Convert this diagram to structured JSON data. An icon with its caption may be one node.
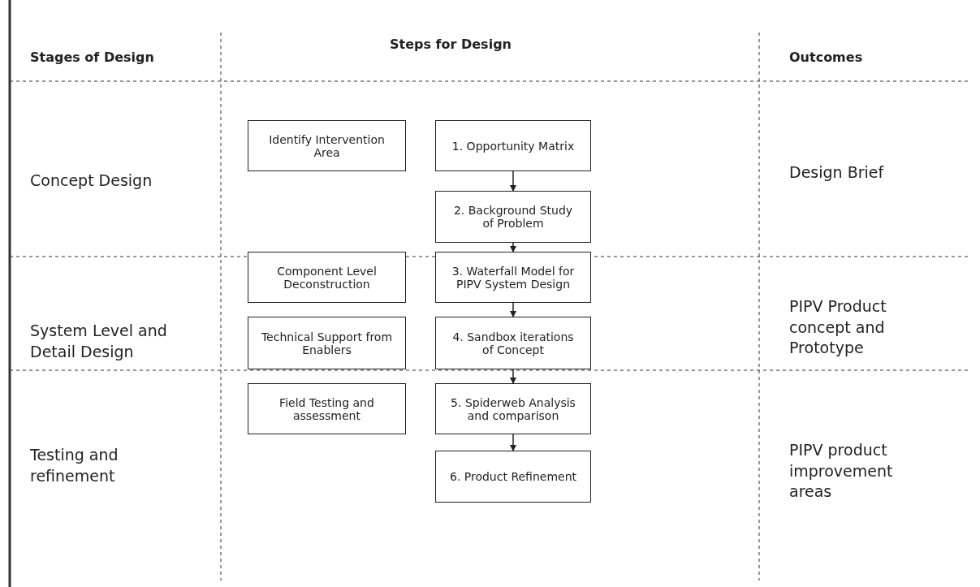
{
  "diagram": {
    "nodes": [
      {
        "text": [
          "Identify Intervention Area"
        ]
      },
      {
        "text": [
          "1. Opportunity Matrix"
        ]
      },
      {
        "text": [
          "2. Background Study of Problem"
        ]
      },
      {
        "text": [
          "Component Level Deconstruction"
        ]
      },
      {
        "text": [
          "3. Waterfall Model for PIPV System Design"
        ]
      },
      {
        "text": [
          "Technical Support from Enablers"
        ]
      },
      {
        "text": [
          "4. Sandbox iterations of Concept"
        ]
      },
      {
        "text": [
          "Field Testing and assessment"
        ]
      },
      {
        "text": [
          "5. Spiderweb Analysis and comparison"
        ]
      },
      {
        "text": [
          "6. Product Refinement"
        ]
      }
    ],
    "edges": [
      {
        "from": 1,
        "to": 2,
        "arrow": "to"
      },
      {
        "from": 2,
        "to": 4,
        "arrow": "to"
      },
      {
        "from": 4,
        "to": 6,
        "arrow": "to"
      },
      {
        "from": 6,
        "to": 8,
        "arrow": "to"
      },
      {
        "from": 8,
        "to": 9,
        "arrow": "to"
      }
    ],
    "labels": [
      "Stages of Design",
      "Steps for Design",
      "Outcomes",
      "Concept Design",
      "Design Brief",
      "System Level and Detail Design",
      "PIPV Product concept and Prototype",
      "Testing and refinement",
      "PIPV product improvement areas"
    ]
  }
}
